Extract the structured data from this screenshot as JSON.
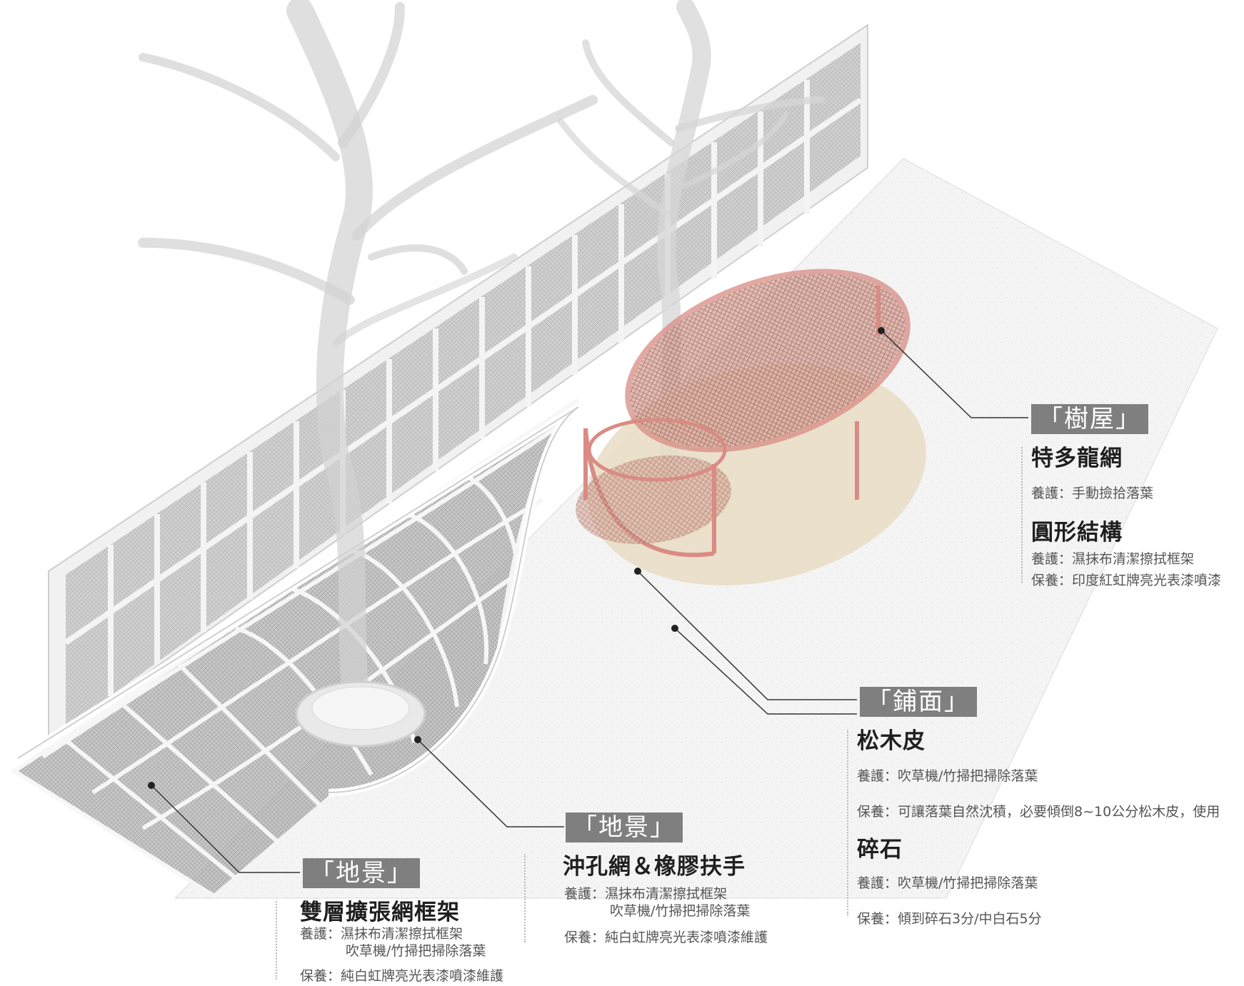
{
  "labels": {
    "treehouse": {
      "tag": "「樹屋」",
      "item1": {
        "title": "特多龍網",
        "care_key": "養護：",
        "care": "手動撿拾落葉"
      },
      "item2": {
        "title": "圓形結構",
        "care_key": "養護：",
        "care": "濕抹布清潔擦拭框架",
        "maint_key": "保養：",
        "maint": "印度紅虹牌亮光表漆噴漆"
      }
    },
    "paving": {
      "tag": "「鋪面」",
      "item1": {
        "title": "松木皮",
        "care_key": "養護：",
        "care": "吹草機/竹掃把掃除落葉",
        "maint_key": "保養：",
        "maint": "可讓落葉自然沈積，必要傾倒8~10公分松木皮，使用"
      },
      "item2": {
        "title": "碎石",
        "care_key": "養護：",
        "care": "吹草機/竹掃把掃除落葉",
        "maint_key": "保養：",
        "maint": "傾到碎石3分/中白石5分"
      }
    },
    "landscape_mesh": {
      "tag": "「地景」",
      "title": "沖孔網＆橡膠扶手",
      "care_key": "養護：",
      "care1": "濕抹布清潔擦拭框架",
      "care2": "吹草機/竹掃把掃除落葉",
      "maint_key": "保養：",
      "maint": "純白虹牌亮光表漆噴漆維護"
    },
    "landscape_frame": {
      "tag": "「地景」",
      "title": "雙層擴張網框架",
      "care_key": "養護：",
      "care1": "濕抹布清潔擦拭框架",
      "care2": "吹草機/竹掃把掃除落葉",
      "maint_key": "保養：",
      "maint": "純白虹牌亮光表漆噴漆維護"
    }
  },
  "colors": {
    "tag_bg": "#7f7f7f",
    "leader": "#333333",
    "treehouse_ring": "#d98b84",
    "bark_fill": "#e8dcc3",
    "ground": "#f3f3f3",
    "wall": "#eeeeee",
    "mesh": "#8a8a8a"
  },
  "icons": [
    "tree-icon",
    "leader-dot-icon"
  ]
}
